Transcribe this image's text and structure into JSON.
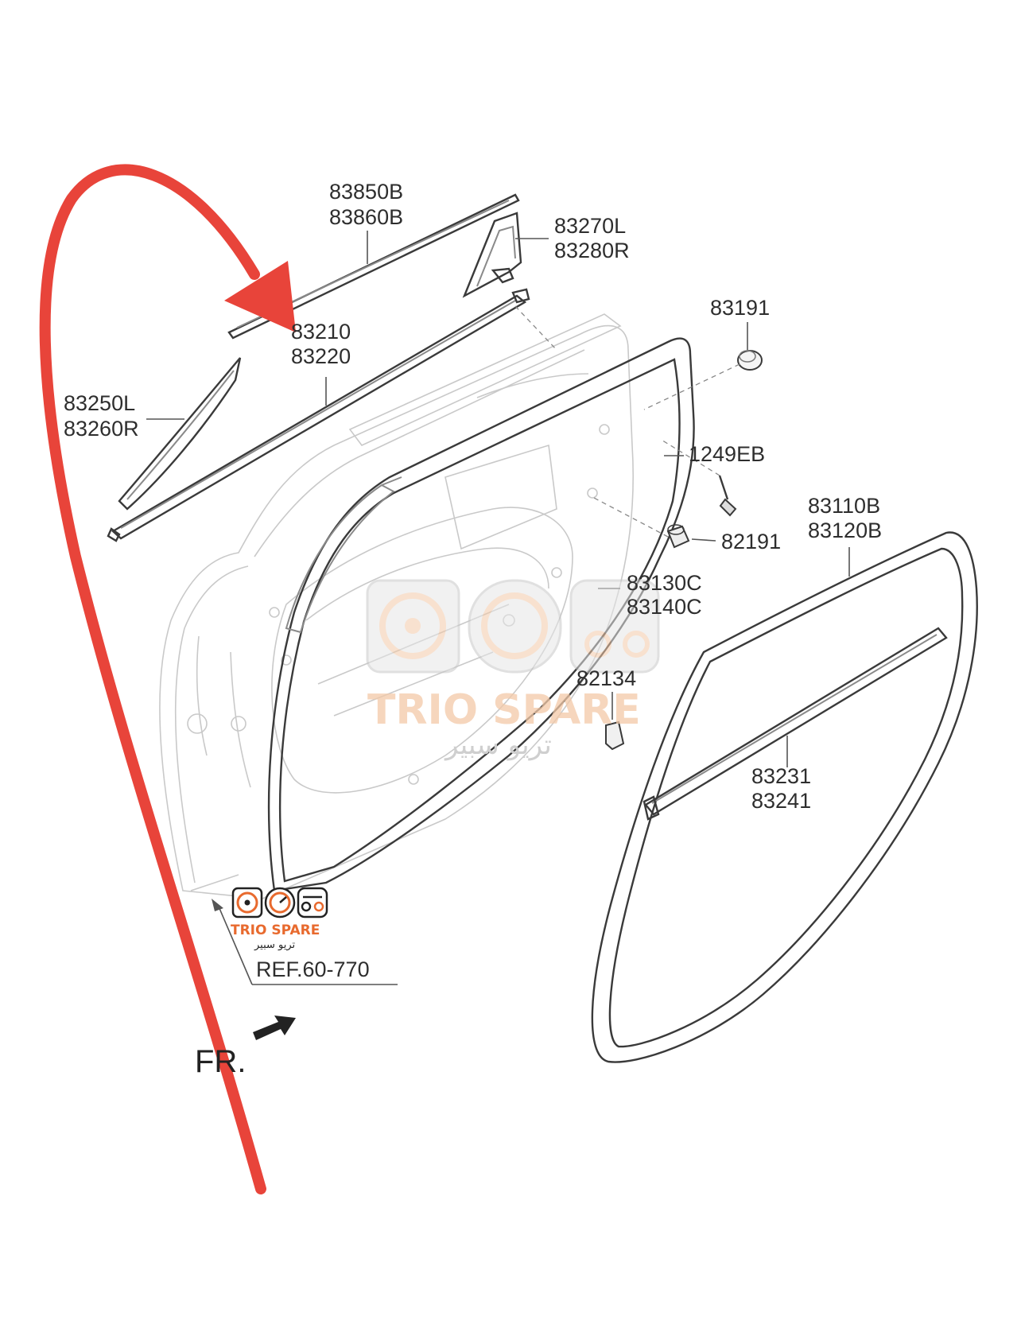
{
  "parts": {
    "moulding_top": [
      "83850B",
      "83860B"
    ],
    "garnish_upper": [
      "83270L",
      "83280R"
    ],
    "weatherstrip_belt": [
      "83210",
      "83220"
    ],
    "garnish_front": [
      "83250L",
      "83260R"
    ],
    "plug_83191": "83191",
    "bolt_1249EB": "1249EB",
    "stopper_82191": "82191",
    "weatherstrip_door": [
      "83110B",
      "83120B"
    ],
    "seal_83130": [
      "83130C",
      "83140C"
    ],
    "clip_82134": "82134",
    "weatherstrip_inner": [
      "83231",
      "83241"
    ],
    "reference": "REF.60-770",
    "front_marker": "FR."
  },
  "watermark": {
    "brand": "TRIO SPARE",
    "brand_arabic": "تريو سبير"
  },
  "logo": {
    "brand": "TRIO SPARE",
    "brand_arabic": "تريو سبير"
  },
  "colors": {
    "annotation_arrow": "#e8443a",
    "line_art": "#3a3a3a",
    "brand_orange": "#e86a2e"
  }
}
